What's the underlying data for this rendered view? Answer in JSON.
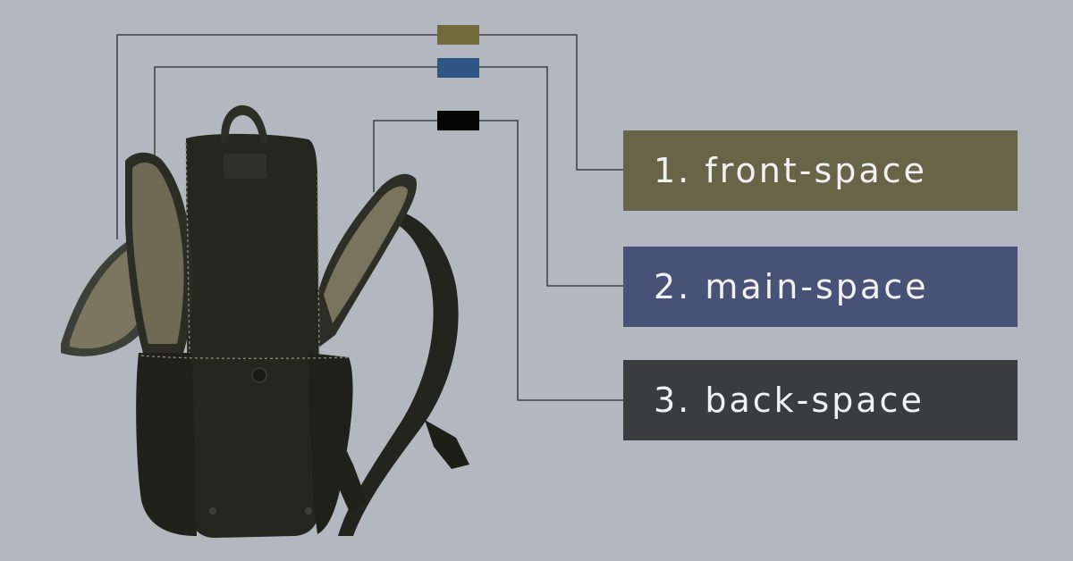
{
  "compartments": [
    {
      "id": "front",
      "label": "1. front-space",
      "color": "#676448",
      "swatch": "#726b3d"
    },
    {
      "id": "main",
      "label": "2. main-space",
      "color": "#485276",
      "swatch": "#2e5682"
    },
    {
      "id": "back",
      "label": "3. back-space",
      "color": "#3b3c40",
      "swatch": "#050505"
    }
  ],
  "colors": {
    "background": "#b3b7c0",
    "leader_line": "#2a2a2a",
    "bag_body": "#25271f",
    "bag_lining": "#7c7660",
    "bag_edge": "#3d4036"
  },
  "image": {
    "subject": "backpack-side-view"
  }
}
